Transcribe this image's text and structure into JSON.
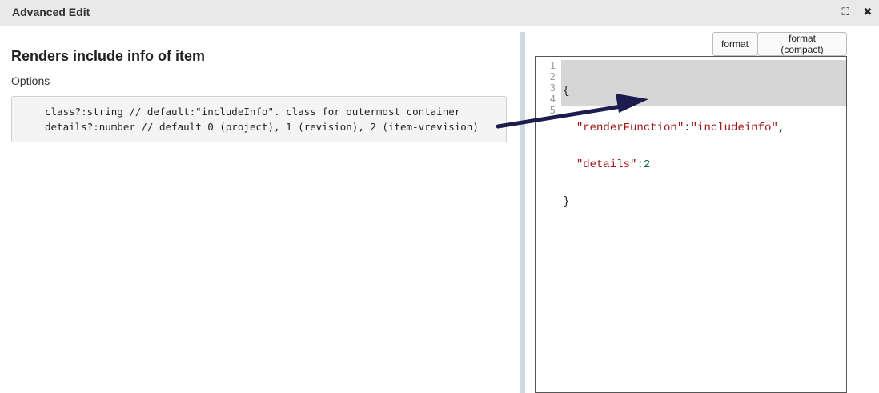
{
  "window": {
    "title": "Advanced Edit"
  },
  "left": {
    "heading": "Renders include info of item",
    "options_label": "Options",
    "options_lines": [
      "class?:string // default:\"includeInfo\". class for outermost container",
      "details?:number // default 0 (project), 1 (revision), 2 (item-vrevision)"
    ]
  },
  "toolbar": {
    "format_label": "format",
    "format_compact_label": "format (compact)"
  },
  "editor": {
    "line_numbers": [
      "1",
      "2",
      "3",
      "4",
      "5"
    ],
    "lines": {
      "l1_open": "{",
      "l2_key": "\"renderFunction\"",
      "l2_colon": ":",
      "l2_value": "\"includeinfo\"",
      "l2_comma": ",",
      "l3_key": "\"details\"",
      "l3_colon": ":",
      "l3_value": "2",
      "l4_close": "}"
    }
  },
  "annotation": {
    "arrow_color": "#1c1c4f"
  },
  "icons": {
    "expand": "expand-icon",
    "close": "close-icon"
  }
}
